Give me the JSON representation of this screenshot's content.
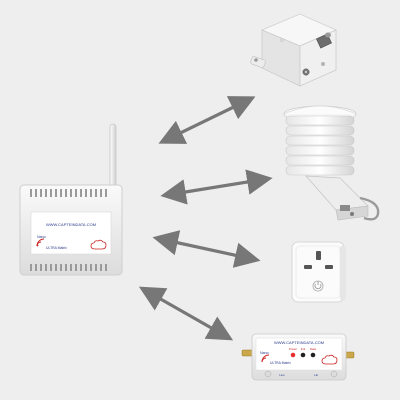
{
  "gateway": {
    "url_text": "WWW.CAPTEINDATA.COM",
    "brand_line1": "Nano",
    "brand_line2": "ULTRA Matrix"
  },
  "node": {
    "url_text": "WWW.CAPTEINDATA.COM",
    "brand_line1": "Nano",
    "brand_line2": "ULTRA Matrix",
    "led_labels": [
      "Power",
      "link",
      "Data"
    ],
    "port_label_left": "Line",
    "port_label_right": "LE"
  },
  "colors": {
    "background": "#eeeeee",
    "arrow": "#777777",
    "device_white": "#f4f4f4",
    "brand_blue": "#2a3a8a",
    "brand_red": "#cc2222"
  },
  "icons": [
    "signal-waves-icon",
    "cloud-icon",
    "power-led-icon"
  ]
}
